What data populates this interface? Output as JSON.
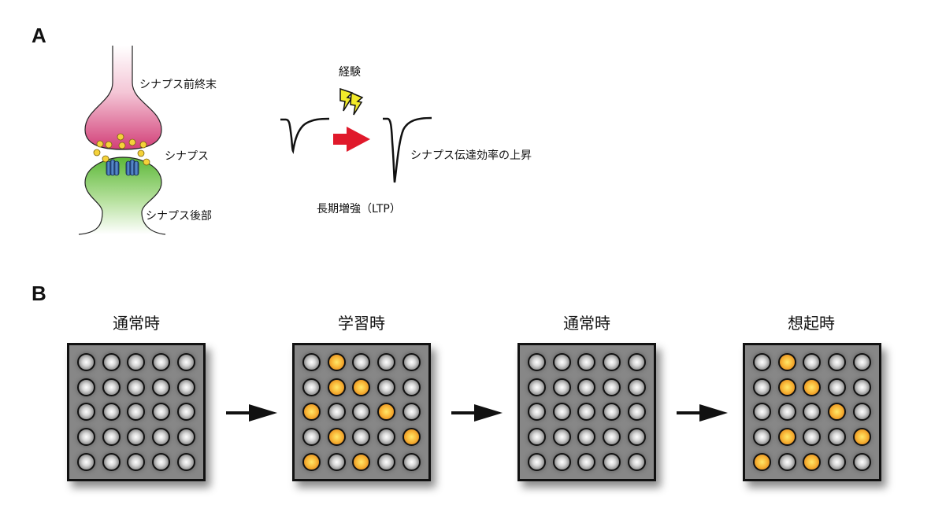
{
  "panel_a": {
    "letter": "A",
    "labels": {
      "presynaptic": "シナプス前終末",
      "synapse": "シナプス",
      "postsynaptic": "シナプス後部",
      "experience": "経験",
      "efficiency_increase": "シナプス伝達効率の上昇",
      "ltp": "長期増強（LTP）"
    },
    "colors": {
      "presynaptic": "#d6467e",
      "postsynaptic": "#6cc04a",
      "vesicle": "#f5d23a",
      "receptor": "#2d5fa6",
      "stimulus_arrow": "#e0192b",
      "lightning": "#f2ea2a"
    },
    "icons": [
      "lightning-icon",
      "right-arrow-icon"
    ]
  },
  "panel_b": {
    "letter": "B",
    "stages": [
      {
        "title": "通常時",
        "pattern": [
          [
            0,
            0,
            0,
            0,
            0
          ],
          [
            0,
            0,
            0,
            0,
            0
          ],
          [
            0,
            0,
            0,
            0,
            0
          ],
          [
            0,
            0,
            0,
            0,
            0
          ],
          [
            0,
            0,
            0,
            0,
            0
          ]
        ]
      },
      {
        "title": "学習時",
        "pattern": [
          [
            0,
            1,
            0,
            0,
            0
          ],
          [
            0,
            1,
            1,
            0,
            0
          ],
          [
            1,
            0,
            0,
            1,
            0
          ],
          [
            0,
            1,
            0,
            0,
            1
          ],
          [
            1,
            0,
            1,
            0,
            0
          ]
        ]
      },
      {
        "title": "通常時",
        "pattern": [
          [
            0,
            0,
            0,
            0,
            0
          ],
          [
            0,
            0,
            0,
            0,
            0
          ],
          [
            0,
            0,
            0,
            0,
            0
          ],
          [
            0,
            0,
            0,
            0,
            0
          ],
          [
            0,
            0,
            0,
            0,
            0
          ]
        ]
      },
      {
        "title": "想起時",
        "pattern": [
          [
            0,
            1,
            0,
            0,
            0
          ],
          [
            0,
            1,
            1,
            0,
            0
          ],
          [
            0,
            0,
            0,
            1,
            0
          ],
          [
            0,
            1,
            0,
            0,
            1
          ],
          [
            1,
            0,
            1,
            0,
            0
          ]
        ]
      }
    ],
    "colors": {
      "active_neuron": "#f4a93a",
      "inactive_neuron": "#c8c8c8",
      "grid_background": "#878787"
    }
  }
}
